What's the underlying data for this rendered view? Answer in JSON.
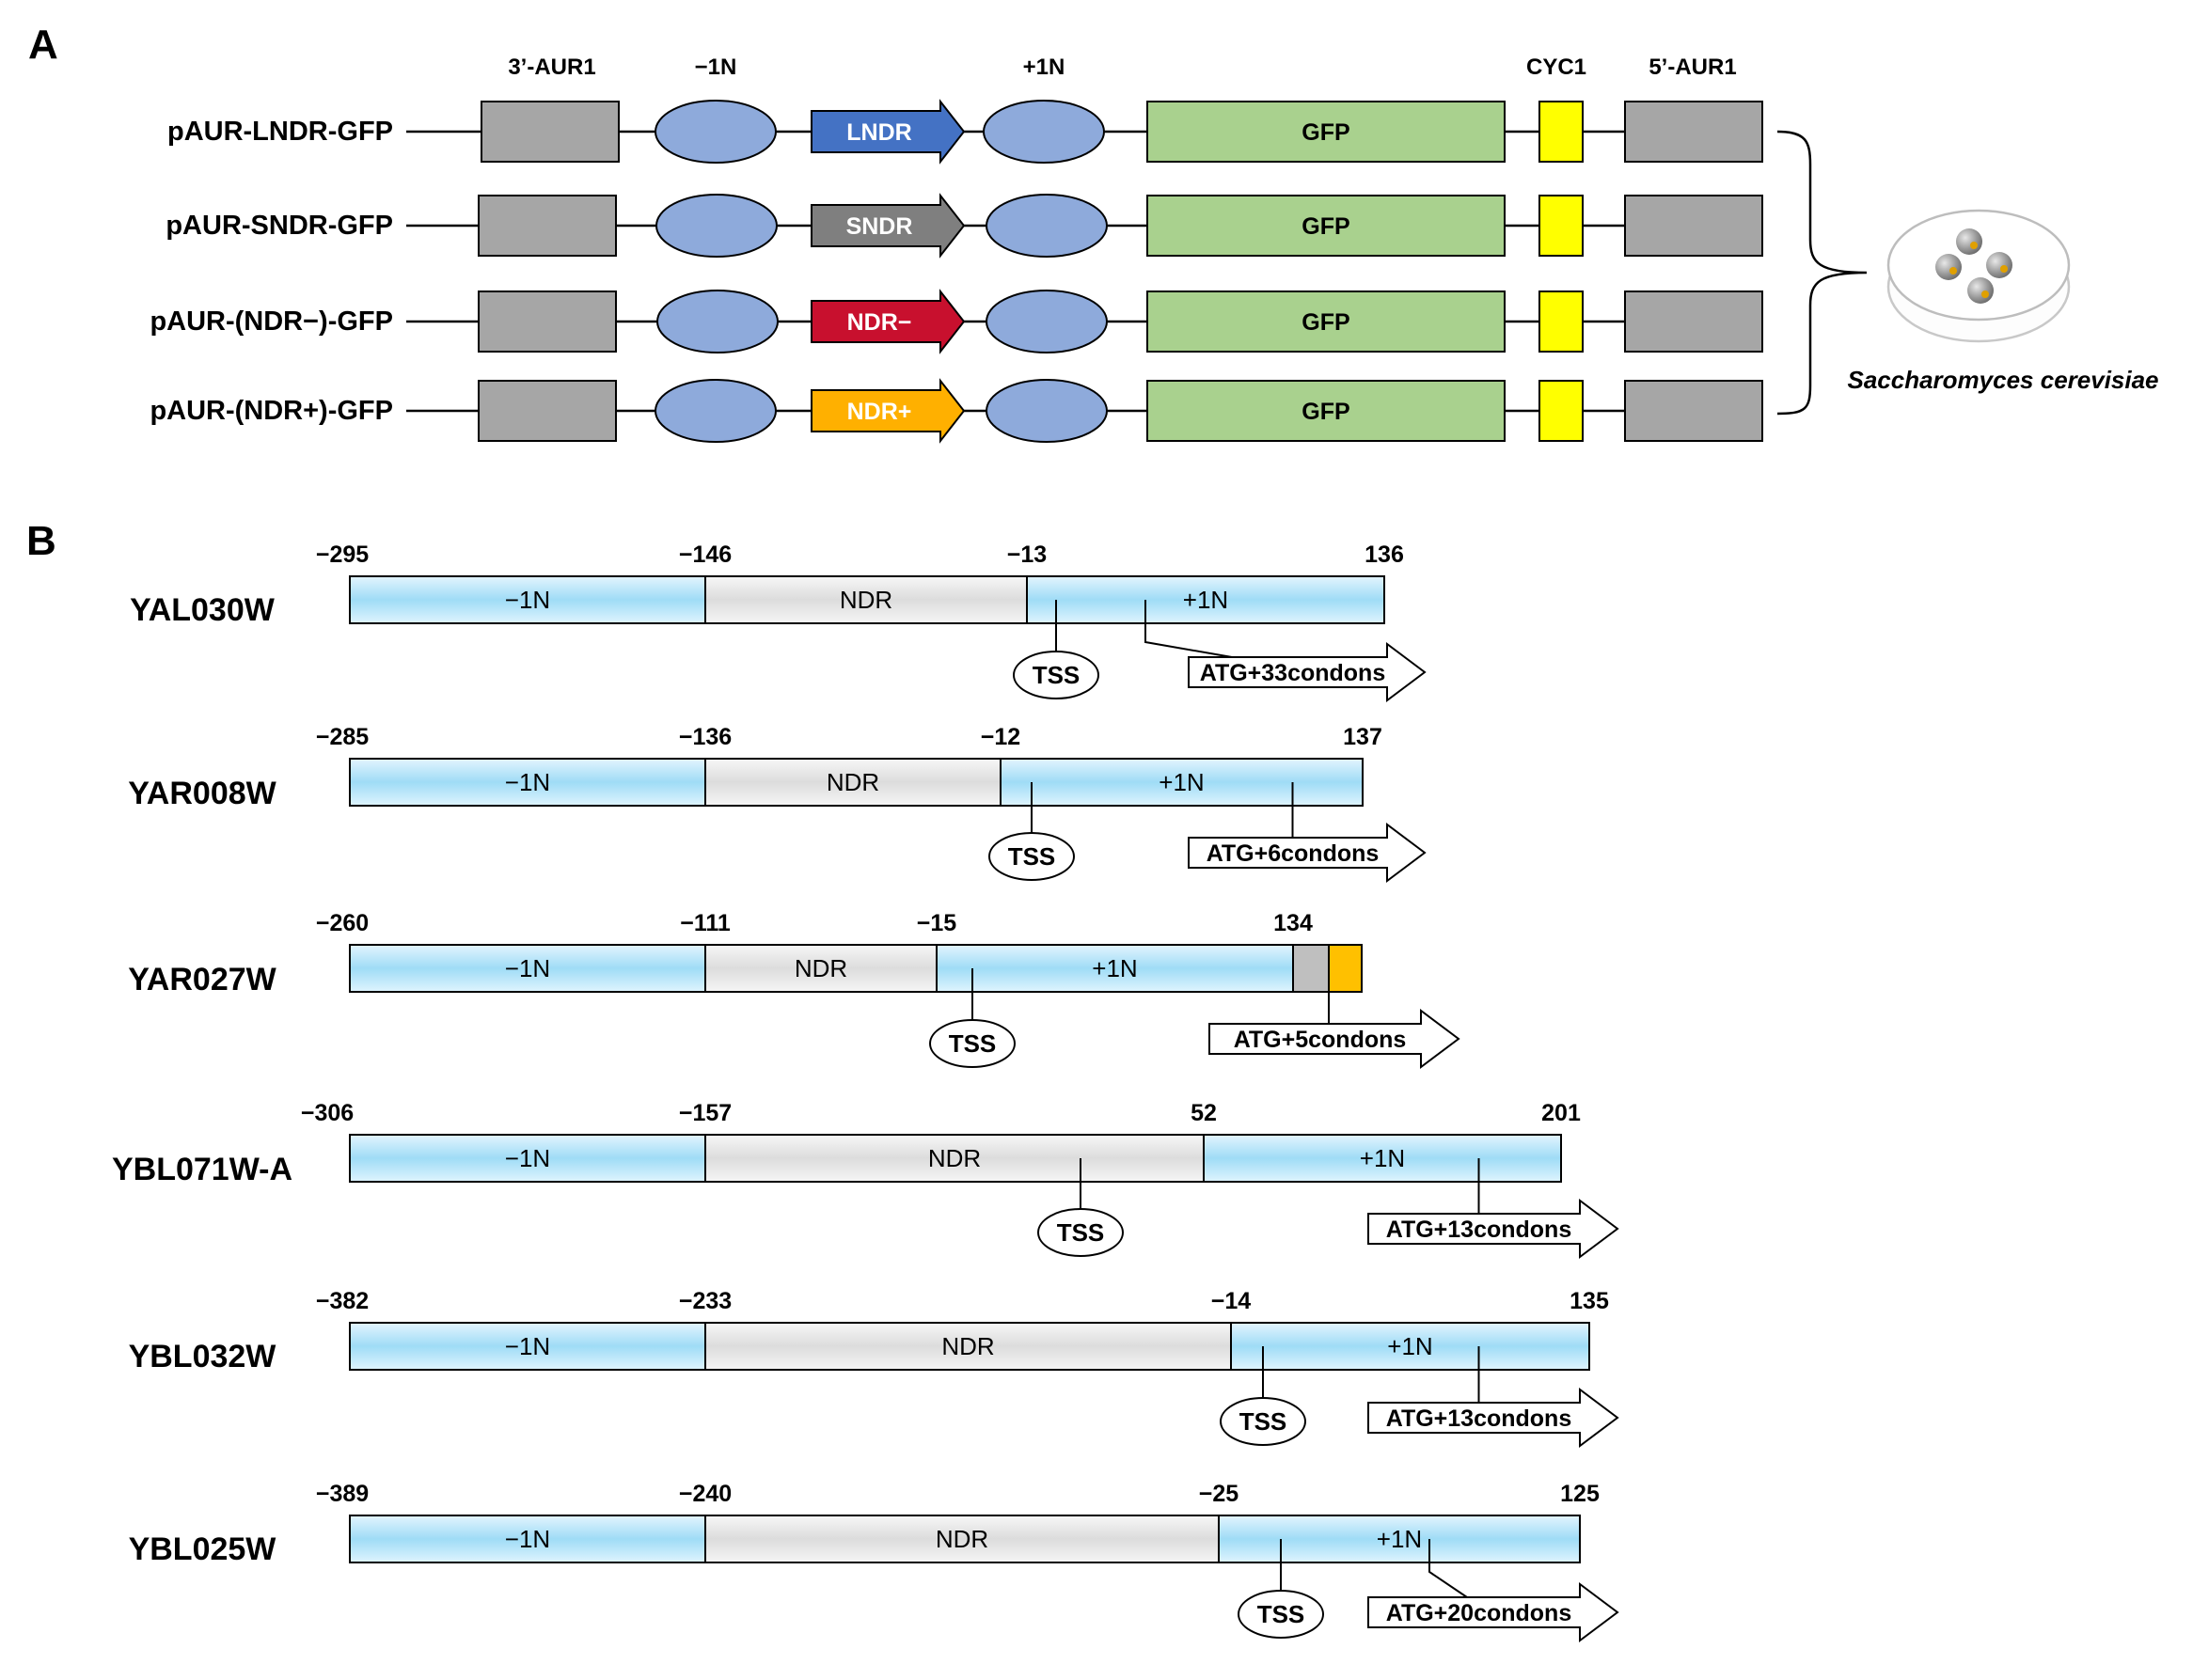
{
  "panel_a": {
    "label": "A",
    "headers": {
      "aur1_3": "3’-AUR1",
      "minus1n": "−1N",
      "plus1n": "+1N",
      "cyc1": "CYC1",
      "aur1_5": "5’-AUR1"
    },
    "constructs": [
      {
        "name": "pAUR-LNDR-GFP",
        "ndr_label": "LNDR",
        "ndr_color": "#4472c4",
        "gfp_label": "GFP"
      },
      {
        "name": "pAUR-SNDR-GFP",
        "ndr_label": "SNDR",
        "ndr_color": "#7f7f7f",
        "gfp_label": "GFP"
      },
      {
        "name": "pAUR-(NDR−)-GFP",
        "ndr_label": "NDR−",
        "ndr_color": "#c8102e",
        "gfp_label": "GFP"
      },
      {
        "name": "pAUR-(NDR+)-GFP",
        "ndr_label": "NDR+",
        "ndr_color": "#ffb000",
        "gfp_label": "GFP"
      }
    ],
    "organism": "Saccharomyces cerevisiae",
    "colors": {
      "aur1": "#a6a6a6",
      "nucleosome": "#8eaadb",
      "gfp": "#a9d18e",
      "cyc1": "#ffff00"
    }
  },
  "panel_b": {
    "label": "B",
    "labels": {
      "minus1n": "−1N",
      "ndr": "NDR",
      "plus1n": "+1N",
      "tss": "TSS"
    },
    "genes": [
      {
        "name": "YAL030W",
        "positions": [
          -295,
          -146,
          -13,
          136
        ],
        "start_codon": "ATG+33condons"
      },
      {
        "name": "YAR008W",
        "positions": [
          -285,
          -136,
          -12,
          137
        ],
        "start_codon": "ATG+6condons"
      },
      {
        "name": "YAR027W",
        "positions": [
          -260,
          -111,
          -15,
          134
        ],
        "start_codon": "ATG+5condons"
      },
      {
        "name": "YBL071W-A",
        "positions": [
          -306,
          -157,
          52,
          201
        ],
        "start_codon": "ATG+13condons"
      },
      {
        "name": "YBL032W",
        "positions": [
          -382,
          -233,
          -14,
          135
        ],
        "start_codon": "ATG+13condons"
      },
      {
        "name": "YBL025W",
        "positions": [
          -389,
          -240,
          -25,
          125
        ],
        "start_codon": "ATG+20condons"
      }
    ],
    "position_labels": [
      [
        "−295",
        "−146",
        "−13",
        "136"
      ],
      [
        "−285",
        "−136",
        "−12",
        "137"
      ],
      [
        "−260",
        "−111",
        "−15",
        "134"
      ],
      [
        "−306",
        "−157",
        "52",
        "201"
      ],
      [
        "−382",
        "−233",
        "−14",
        "135"
      ],
      [
        "−389",
        "−240",
        "−25",
        "125"
      ]
    ],
    "colors": {
      "nucleosome_band": "#bfe6fa",
      "ndr_band": "#e8e8e8",
      "extra_orange": "#ffc000",
      "extra_gray": "#bfbfbf"
    }
  }
}
